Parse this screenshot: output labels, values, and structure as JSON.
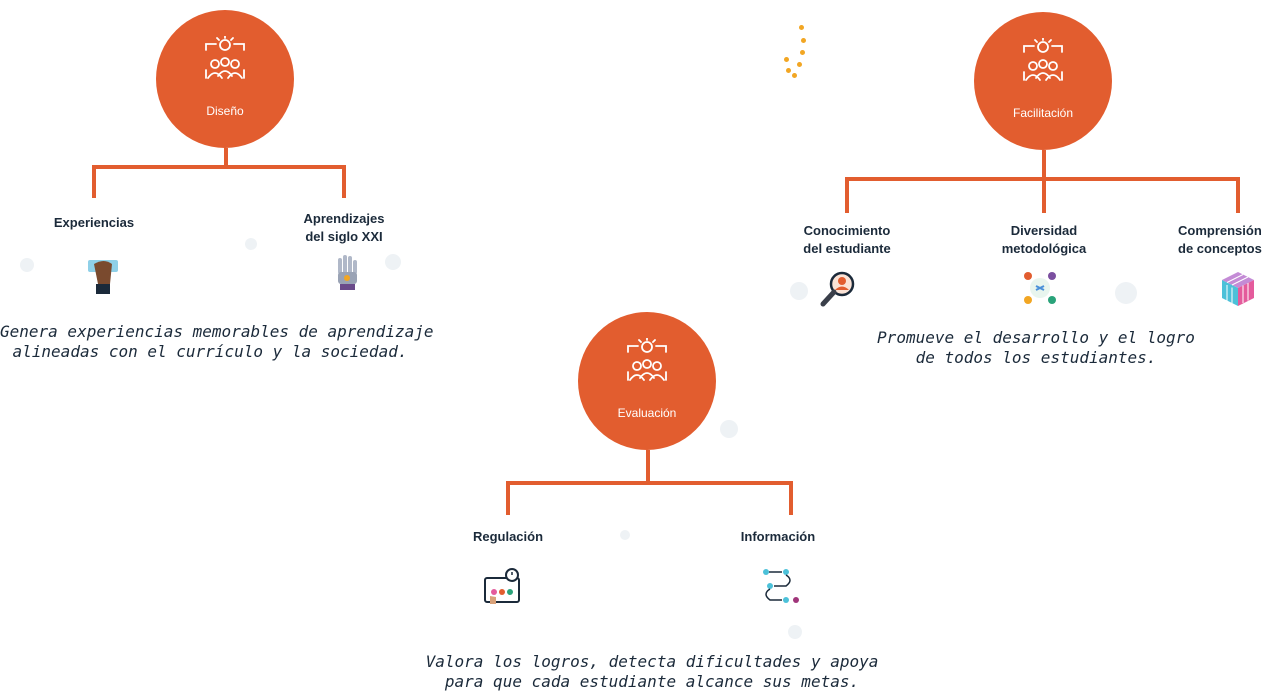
{
  "sections": {
    "diseno": {
      "title": "Diseño",
      "branches": [
        {
          "label_1": "Experiencias",
          "label_2": "",
          "icon": "hand-tablet-icon"
        },
        {
          "label_1": "Aprendizajes",
          "label_2": "del siglo XXI",
          "icon": "robot-hand-icon"
        }
      ],
      "description_1": "Genera experiencias memorables de aprendizaje",
      "description_2": "alineadas con el currículo y la sociedad."
    },
    "facilitacion": {
      "title": "Facilitación",
      "branches": [
        {
          "label_1": "Conocimiento",
          "label_2": "del estudiante",
          "icon": "magnifier-student-icon"
        },
        {
          "label_1": "Diversidad",
          "label_2": "metodológica",
          "icon": "people-circle-icon"
        },
        {
          "label_1": "Comprensión",
          "label_2": "de conceptos",
          "icon": "rubik-cube-icon"
        }
      ],
      "description_1": "Promueve el desarrollo y el logro",
      "description_2": "de todos los estudiantes."
    },
    "evaluacion": {
      "title": "Evaluación",
      "branches": [
        {
          "label_1": "Regulación",
          "label_2": "",
          "icon": "timer-board-icon"
        },
        {
          "label_1": "Información",
          "label_2": "",
          "icon": "flow-arrows-icon"
        }
      ],
      "description_1": "Valora los logros, detecta dificultades y apoya",
      "description_2": "para que cada estudiante alcance sus metas."
    }
  },
  "colors": {
    "accent": "#e25d2f",
    "text": "#1b2a3a",
    "dots": "#f2a623"
  }
}
